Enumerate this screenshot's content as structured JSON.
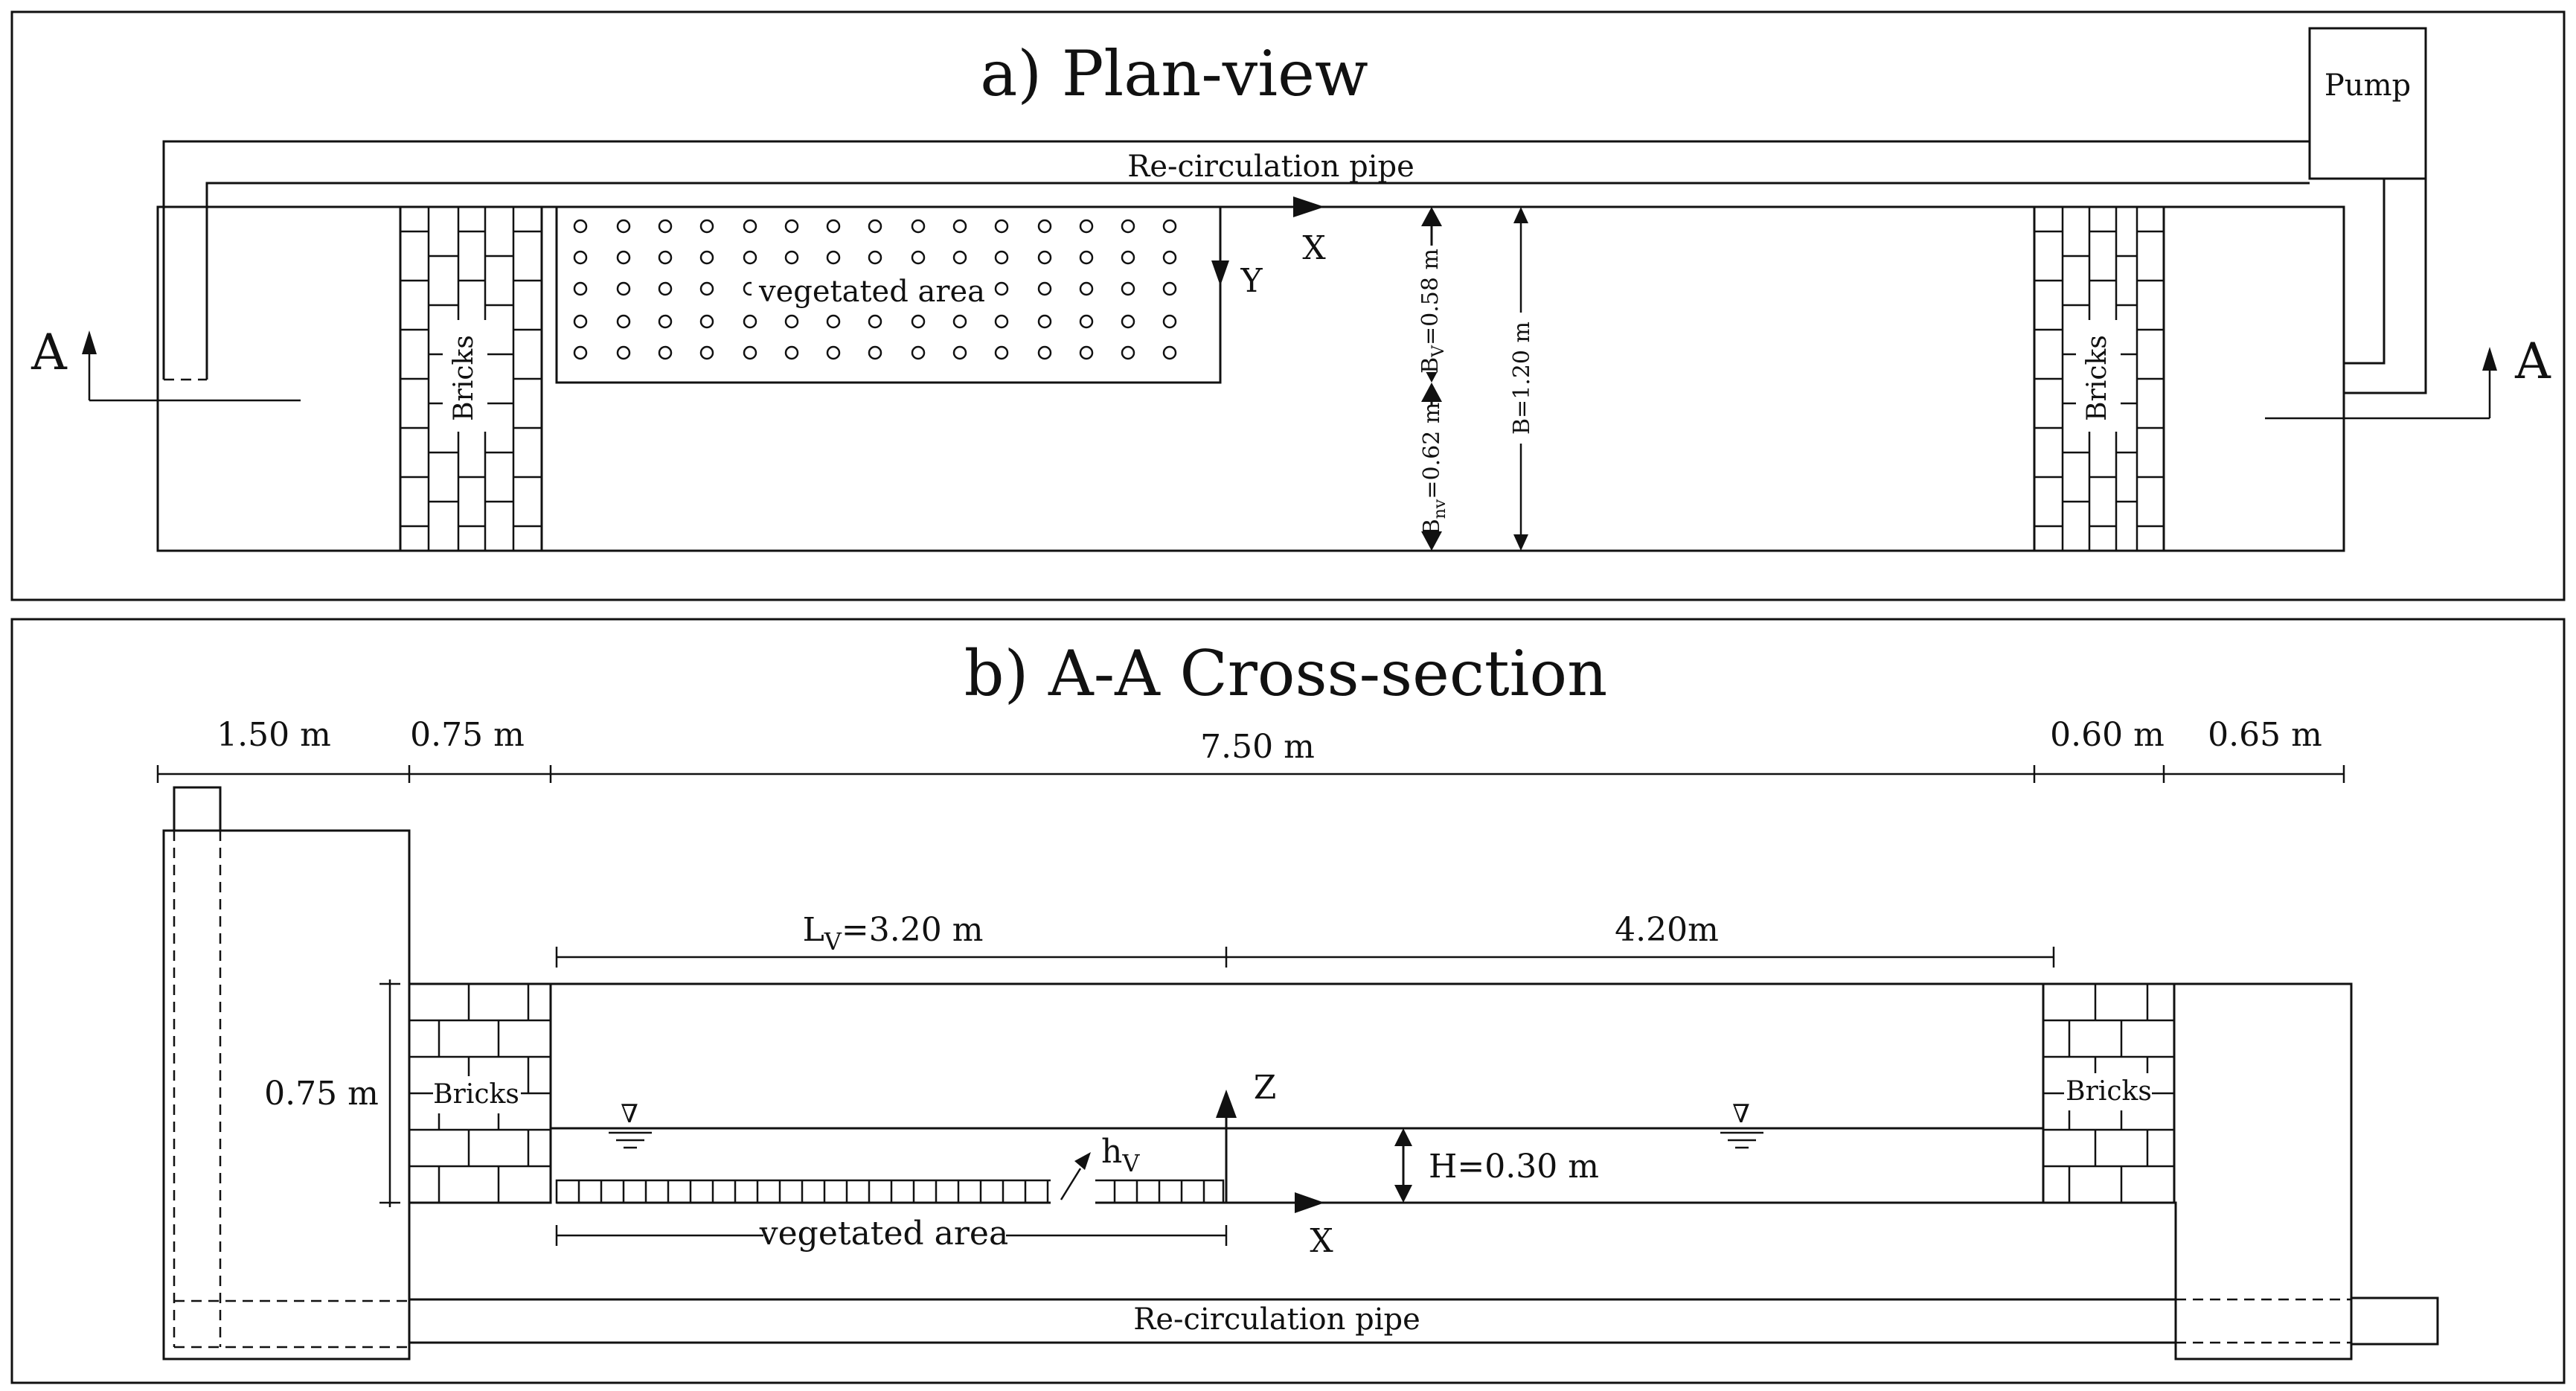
{
  "plan": {
    "title": "a) Plan-view",
    "pump": "Pump",
    "pipe_label": "Re-circulation pipe",
    "bricks_left": "Bricks",
    "bricks_right": "Bricks",
    "vegetated": "vegetated area",
    "axis_x": "X",
    "axis_y": "Y",
    "section_left": "A",
    "section_right": "A",
    "bv_label": "B",
    "bv_sub": "V",
    "bv_val": "=0.58 m",
    "bnv_label": "B",
    "bnv_sub": "nv",
    "bnv_val": "=0.62 m",
    "b_total": "B=1.20 m"
  },
  "section": {
    "title": "b) A-A Cross-section",
    "dim_150": "1.50 m",
    "dim_075": "0.75 m",
    "dim_750": "7.50 m",
    "dim_060": "0.60 m",
    "dim_065": "0.65 m",
    "lv_label": "L",
    "lv_sub": "V",
    "lv_val": "=3.20 m",
    "dim_420": "4.20m",
    "height_075": "0.75 m",
    "bricks_left": "Bricks",
    "bricks_right": "Bricks",
    "axis_z": "Z",
    "axis_x": "X",
    "hv_label": "h",
    "hv_sub": "V",
    "h_depth": "H=0.30 m",
    "vegetated": "vegetated area",
    "pipe_label": "Re-circulation pipe",
    "water_symbol": "∇"
  }
}
